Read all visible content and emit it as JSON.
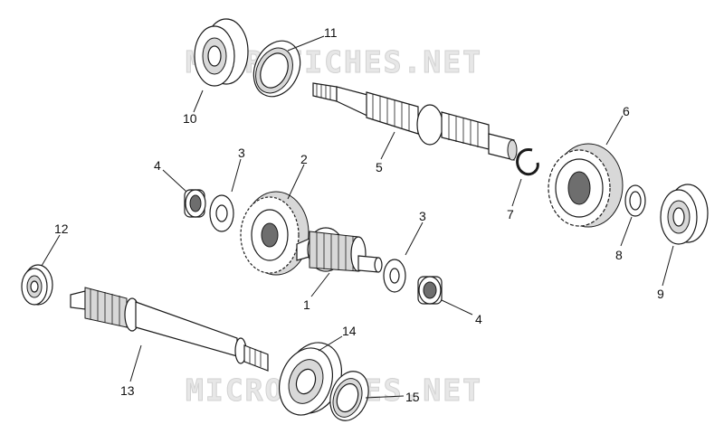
{
  "watermark": {
    "text": "MICROFICHES.NET",
    "color": "#e7e7e7"
  },
  "callouts": {
    "c1": "1",
    "c2": "2",
    "c3a": "3",
    "c3b": "3",
    "c4a": "4",
    "c4b": "4",
    "c5": "5",
    "c6": "6",
    "c7": "7",
    "c8": "8",
    "c9": "9",
    "c10": "10",
    "c11": "11",
    "c12": "12",
    "c13": "13",
    "c14": "14",
    "c15": "15"
  }
}
